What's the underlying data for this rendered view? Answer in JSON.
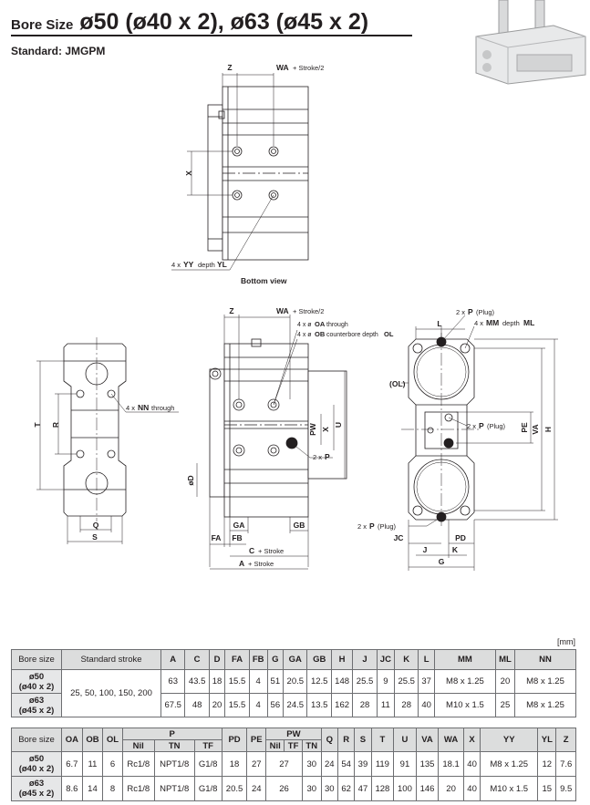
{
  "header": {
    "title_prefix": "Bore Size",
    "title": "ø50 (ø40 x 2), ø63 (ø45 x 2)",
    "standard": "Standard: JMGPM"
  },
  "diagram": {
    "bottom_view": {
      "z": "Z",
      "wa": "WA",
      "wa_suffix": "+ Stroke/2",
      "x": "X",
      "yy_pre": "4 x",
      "yy": "YY",
      "yy_mid": "depth",
      "yl": "YL",
      "caption": "Bottom view"
    },
    "side": {
      "z": "Z",
      "wa": "WA",
      "wa_suffix": "+ Stroke/2",
      "oa_pre": "4 x ø",
      "oa": "OA",
      "oa_suffix": "through",
      "ob_pre": "4 x ø",
      "ob": "OB",
      "ob_mid": "counterbore depth",
      "ol": "OL",
      "pw": "PW",
      "x": "X",
      "u": "U",
      "p_pre": "2 x",
      "p": "P",
      "od": "øD",
      "ga": "GA",
      "gb": "GB",
      "fa": "FA",
      "fb": "FB",
      "c": "C",
      "c_suffix": "+ Stroke",
      "a": "A",
      "a_suffix": "+ Stroke"
    },
    "left": {
      "t": "T",
      "r": "R",
      "nn_pre": "4 x",
      "nn": "NN",
      "nn_suffix": "through",
      "q": "Q",
      "s": "S"
    },
    "end": {
      "p_plug_pre": "2 x",
      "p_plug": "P",
      "p_plug_suffix": "(Plug)",
      "l": "L",
      "mm_pre": "4 x",
      "mm": "MM",
      "mm_mid": "depth",
      "ml": "ML",
      "ol": "(OL)",
      "pe": "PE",
      "va": "VA",
      "h": "H",
      "jc": "JC",
      "pd": "PD",
      "j": "J",
      "k": "K",
      "g": "G"
    }
  },
  "unit": "[mm]",
  "table1": {
    "headers": [
      "Bore size",
      "Standard stroke",
      "A",
      "C",
      "D",
      "FA",
      "FB",
      "G",
      "GA",
      "GB",
      "H",
      "J",
      "JC",
      "K",
      "L",
      "MM",
      "ML",
      "NN"
    ],
    "stroke": "25, 50, 100, 150, 200",
    "rows": [
      {
        "bore_a": "ø50",
        "bore_b": "(ø40 x 2)",
        "values": [
          "63",
          "43.5",
          "18",
          "15.5",
          "4",
          "51",
          "20.5",
          "12.5",
          "148",
          "25.5",
          "9",
          "25.5",
          "37",
          "M8 x 1.25",
          "20",
          "M8 x 1.25"
        ]
      },
      {
        "bore_a": "ø63",
        "bore_b": "(ø45 x 2)",
        "values": [
          "67.5",
          "48",
          "20",
          "15.5",
          "4",
          "56",
          "24.5",
          "13.5",
          "162",
          "28",
          "11",
          "28",
          "40",
          "M10 x 1.5",
          "25",
          "M8 x 1.25"
        ]
      }
    ]
  },
  "table2": {
    "headers_top": [
      "Bore size",
      "OA",
      "OB",
      "OL",
      "P",
      "PD",
      "PE",
      "PW",
      "Q",
      "R",
      "S",
      "T",
      "U",
      "VA",
      "WA",
      "X",
      "YY",
      "YL",
      "Z"
    ],
    "p_sub": [
      "Nil",
      "TN",
      "TF"
    ],
    "pw_sub": [
      "Nil",
      "TF",
      "TN"
    ],
    "rows": [
      {
        "bore_a": "ø50",
        "bore_b": "(ø40 x 2)",
        "oa": "6.7",
        "ob": "11",
        "ol": "6",
        "p_nil": "Rc1/8",
        "p_tn": "NPT1/8",
        "p_tf": "G1/8",
        "pd": "18",
        "pe": "27",
        "pw_niltf": "27",
        "pw_tn": "30",
        "q": "24",
        "r": "54",
        "s": "39",
        "t": "119",
        "u": "91",
        "va": "135",
        "wa": "18.1",
        "x": "40",
        "yy": "M8 x 1.25",
        "yl": "12",
        "z": "7.6"
      },
      {
        "bore_a": "ø63",
        "bore_b": "(ø45 x 2)",
        "oa": "8.6",
        "ob": "14",
        "ol": "8",
        "p_nil": "Rc1/8",
        "p_tn": "NPT1/8",
        "p_tf": "G1/8",
        "pd": "20.5",
        "pe": "24",
        "pw_niltf": "26",
        "pw_tn": "30",
        "q": "30",
        "r": "62",
        "s": "47",
        "t": "128",
        "u": "100",
        "va": "146",
        "wa": "20",
        "x": "40",
        "yy": "M10 x 1.5",
        "yl": "15",
        "z": "9.5"
      }
    ]
  }
}
